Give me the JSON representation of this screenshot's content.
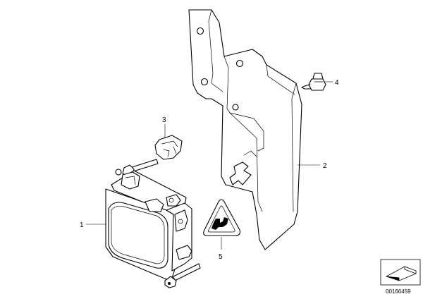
{
  "callouts": {
    "c1": "1",
    "c2": "2",
    "c3": "3",
    "c4": "4",
    "c5": "5"
  },
  "document_number": "00166459",
  "line_color": "#000000",
  "background": "#ffffff",
  "icons": {
    "warning_triangle": "warning-triangle-icon",
    "legend_symbol": "folded-arrow-icon"
  }
}
